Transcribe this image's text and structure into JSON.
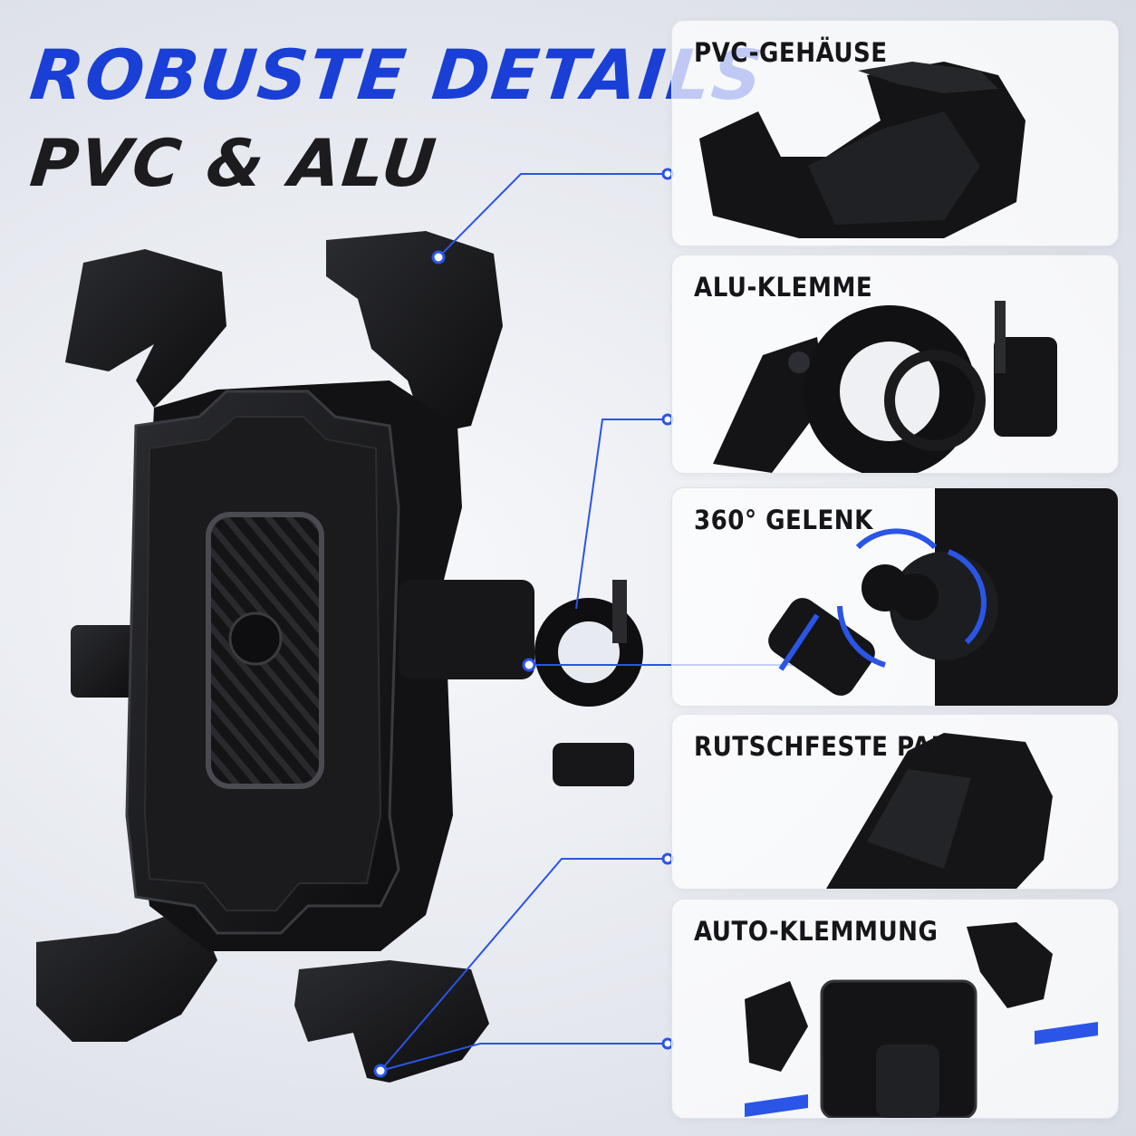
{
  "headline": {
    "line1": "ROBUSTE DETAILS",
    "line2": "PVC & ALU"
  },
  "colors": {
    "accent": "#1a3fd6",
    "dark": "#1c1c1f",
    "callout_line": "#2a55e6"
  },
  "panels": [
    {
      "label": "PVC-GEHÄUSE"
    },
    {
      "label": "ALU-KLEMME"
    },
    {
      "label": "360° GELENK"
    },
    {
      "label": "RUTSCHFESTE PADS"
    },
    {
      "label": "AUTO-KLEMMUNG"
    }
  ]
}
